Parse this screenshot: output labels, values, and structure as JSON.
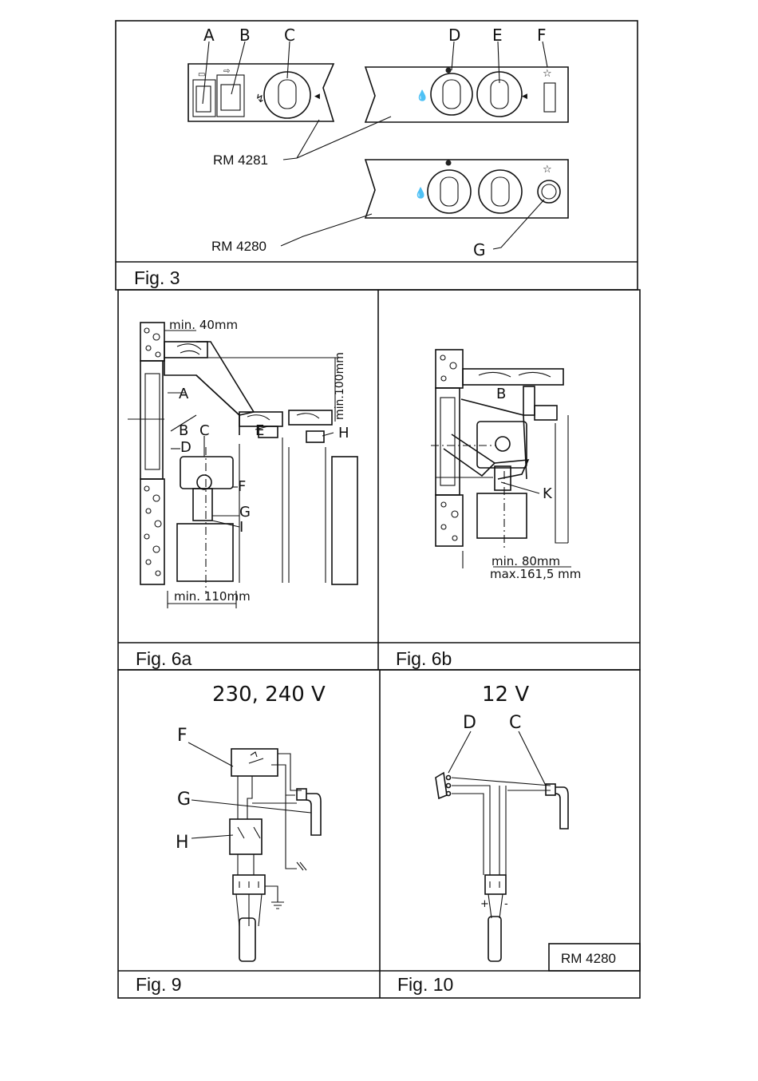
{
  "fig3": {
    "caption": "Fig. 3",
    "letters": [
      "A",
      "B",
      "C",
      "D",
      "E",
      "F",
      "G"
    ],
    "model_rm4281": "RM 4281",
    "model_rm4280": "RM 4280"
  },
  "fig6a": {
    "caption": "Fig. 6a",
    "dim_top": "min. 40mm",
    "dim_vertical": "min.100mm",
    "dim_bottom": "min. 110mm",
    "letters": [
      "A",
      "B",
      "C",
      "D",
      "E",
      "F",
      "G",
      "H",
      "I"
    ]
  },
  "fig6b": {
    "caption": "Fig. 6b",
    "letters": [
      "B",
      "K"
    ],
    "dim_min": "min. 80mm",
    "dim_max": "max.161,5 mm"
  },
  "fig9": {
    "caption": "Fig. 9",
    "voltage": "230, 240 V",
    "letters": [
      "F",
      "G",
      "H"
    ]
  },
  "fig10": {
    "caption": "Fig. 10",
    "voltage": "12 V",
    "letters": [
      "D",
      "C"
    ],
    "polarity_plus": "+",
    "polarity_minus": "-",
    "model": "RM 4280"
  },
  "colors": {
    "ink": "#111111",
    "paper": "#ffffff"
  }
}
